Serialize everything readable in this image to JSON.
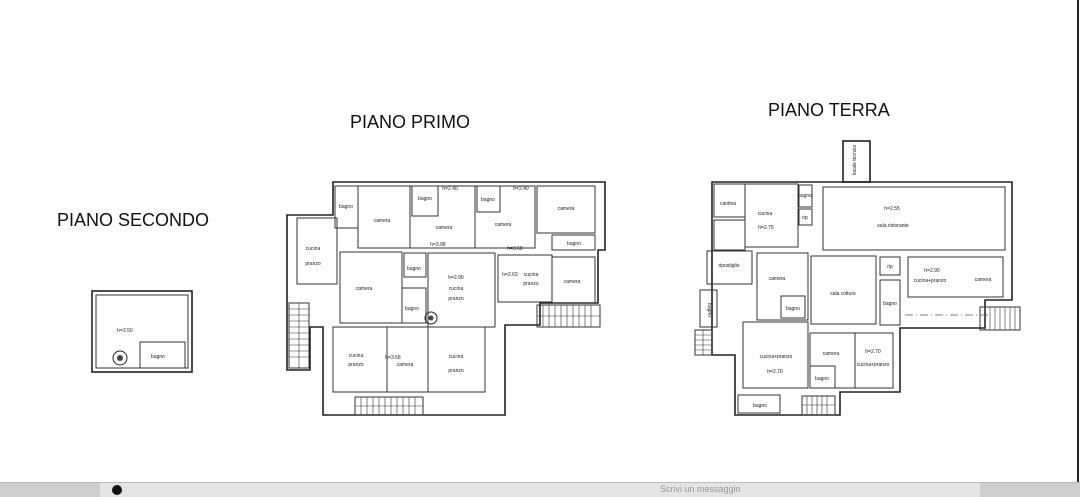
{
  "plans": {
    "secondo": {
      "title": "PIANO SECONDO",
      "height": "h=2.50",
      "bagno": "bagno"
    },
    "primo": {
      "title": "PIANO PRIMO",
      "rooms": {
        "bagno1": "bagno",
        "camera1": "camera",
        "bagno2": "bagno",
        "h1": "h=2.40",
        "camera2": "camera",
        "h2": "h=3.08",
        "bagno3": "bagno",
        "h3": "h=2.40",
        "camera3": "camera",
        "h4": "h=3.68",
        "camera4": "camera",
        "bagno4": "bagno",
        "cucina1": "cucina",
        "pranzo1": "pranzo",
        "camera5": "camera",
        "bagno5": "bagno",
        "bagno6": "bagno",
        "h5": "h=2.90",
        "cucina2": "cucina",
        "pranzo2": "pranzo",
        "h6": "h=2.63",
        "cucina3": "cucina",
        "pranzo3": "pranzo",
        "camera6": "camera",
        "cucina4": "cucina",
        "pranzo4": "pranzo",
        "h7": "h=3.68",
        "camera7": "camera",
        "cucina5": "cucina",
        "pranzo5": "pranzo"
      }
    },
    "terra": {
      "title": "PIANO TERRA",
      "rooms": {
        "tecnico": "locale tecnico",
        "cantina": "cantina",
        "cucina": "cucina",
        "h1": "h=2.75",
        "bagno1": "bagno",
        "rip1": "rip",
        "h2": "h=2.55",
        "sala": "sala ristorante",
        "ripostiglio": "ripostiglio",
        "camera1": "camera",
        "bagno2": "bagno",
        "sala2": "sala colture",
        "rip2": "rip",
        "h3": "h=2.90",
        "cucina2": "cucina+pranzo",
        "camera2": "camera",
        "bagno3": "bagno",
        "bagno4": "bagno",
        "cucina3": "cucina+pranzo",
        "h4": "h=2.70",
        "camera3": "camera",
        "bagno5": "bagno",
        "h5": "h=2.70",
        "cucina4": "cucina+pranzo",
        "bagno6": "bagno"
      }
    }
  },
  "taskbar": {
    "message_placeholder": "Scrivi un messaggio"
  }
}
